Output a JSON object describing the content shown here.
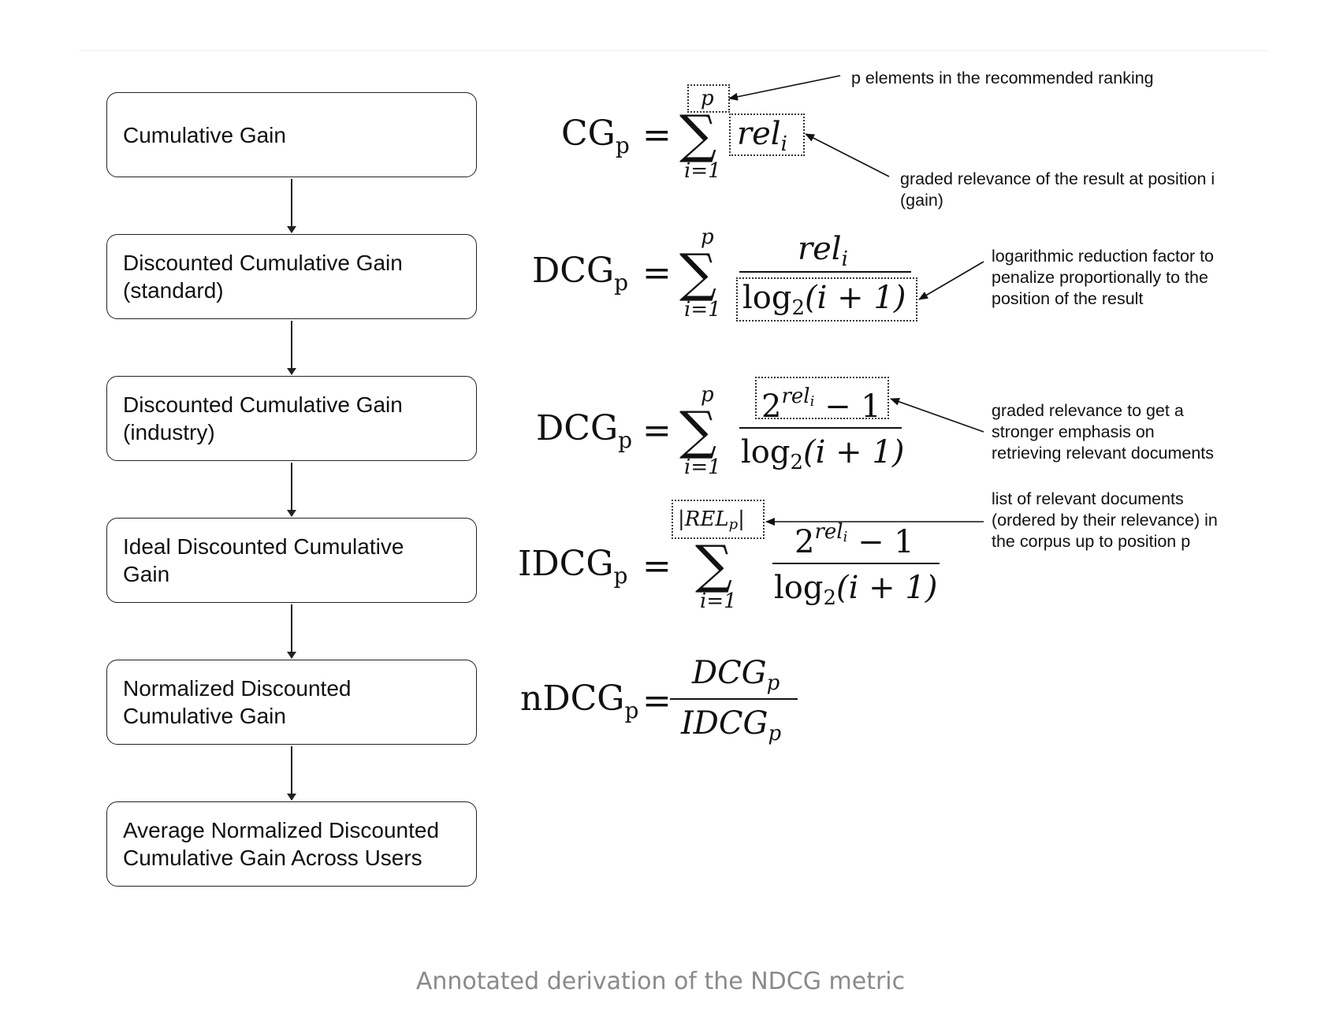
{
  "flow": {
    "steps": [
      "Cumulative Gain",
      "Discounted Cumulative Gain\n(standard)",
      "Discounted Cumulative Gain\n(industry)",
      "Ideal Discounted Cumulative\nGain",
      "Normalized Discounted\nCumulative Gain",
      "Average Normalized Discounted\nCumulative Gain Across Users"
    ]
  },
  "formulas": {
    "cg": {
      "lhs": "CG",
      "sub": "p",
      "eq": "=",
      "upper": "p",
      "lower": "i=1",
      "term": "rel",
      "term_sub": "i"
    },
    "dcg_standard": {
      "lhs": "DCG",
      "sub": "p",
      "eq": "=",
      "upper": "p",
      "lower": "i=1",
      "num": "rel",
      "num_sub": "i",
      "den_log": "log",
      "den_base": "2",
      "den_arg": "(i + 1)"
    },
    "dcg_industry": {
      "lhs": "DCG",
      "sub": "p",
      "eq": "=",
      "upper": "p",
      "lower": "i=1",
      "num_base": "2",
      "num_exp": "rel",
      "num_exp_sub": "i",
      "num_minus": "− 1",
      "den_log": "log",
      "den_base": "2",
      "den_arg": "(i + 1)"
    },
    "idcg": {
      "lhs": "IDCG",
      "sub": "p",
      "eq": "=",
      "upper": "|REL",
      "upper_sub": "p",
      "upper_close": "|",
      "lower": "i=1",
      "num_base": "2",
      "num_exp": "rel",
      "num_exp_sub": "i",
      "num_minus": "− 1",
      "den_log": "log",
      "den_base": "2",
      "den_arg": "(i + 1)"
    },
    "ndcg": {
      "lhs": "nDCG",
      "sub": "p",
      "eq": "=",
      "num": "DCG",
      "num_sub": "p",
      "den": "IDCG",
      "den_sub": "p"
    }
  },
  "annotations": {
    "p_elements": "p elements in the recommended ranking",
    "graded_relevance": "graded relevance of the result at position i\n(gain)",
    "log_reduction": "logarithmic reduction factor to\npenalize proportionally to the\nposition of the result",
    "stronger_emphasis": "graded relevance to get a\nstronger emphasis on\nretrieving relevant documents",
    "relevant_list": "list of relevant documents\n(ordered by their relevance) in\nthe corpus up to position p"
  },
  "caption": "Annotated derivation of the NDCG metric"
}
